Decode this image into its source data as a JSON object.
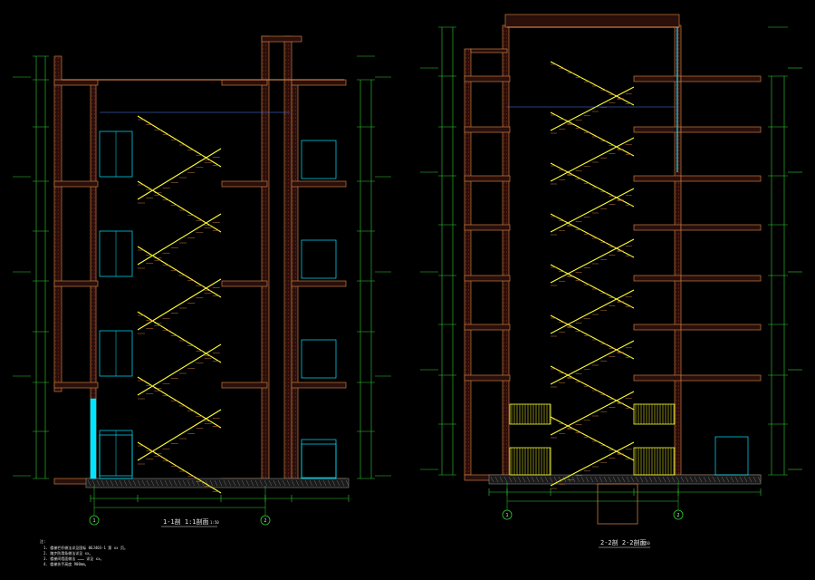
{
  "drawing": {
    "background": "#000000",
    "colors": {
      "wall": "#c87941",
      "stair": "#ffff33",
      "dimension": "#2ed12e",
      "glass": "#00e5ff",
      "text": "#e6e6e6",
      "hatch": "#e23a3a"
    }
  },
  "left_section": {
    "title": "1-1剖  1:1剖面",
    "title_scale": "1:50",
    "axis_labels": [
      "1",
      "2"
    ],
    "floor_count": 6
  },
  "right_section": {
    "title": "2-2剖  2-2剖面",
    "title_scale": "1:50",
    "axis_labels": [
      "1",
      "2"
    ],
    "floor_count": 8
  },
  "notes": {
    "heading": "注:",
    "lines": [
      "1. 楼梯栏杆做法详见国标 06J403-1 第 xx 页。",
      "2. 踏步防滑条做法详见 xx。",
      "3. 楼梯间墙面做法 ……… 详见 xx。",
      "4. 楼梯扶手高度 900mm。"
    ]
  }
}
